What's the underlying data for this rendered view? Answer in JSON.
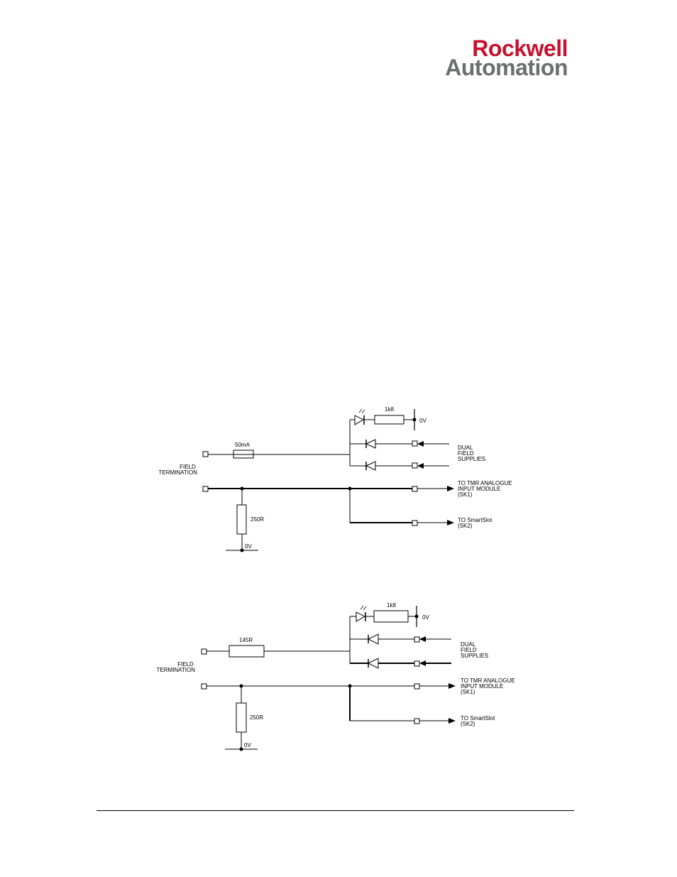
{
  "header": {
    "brand_line1": "Rockwell",
    "brand_line2": "Automation",
    "brand_color_primary": "#c8102e",
    "brand_color_secondary": "#6d6e71"
  },
  "diagrams": [
    {
      "fuse_label": "50mA",
      "led_resistor_label": "1k8",
      "ground_label_top": "0V",
      "dual_supplies_lines": [
        "DUAL",
        "FIELD",
        "SUPPLIES"
      ],
      "field_termination_lines": [
        "FIELD",
        "TERMINATION"
      ],
      "tmr_output_lines": [
        "TO TMR ANALOGUE",
        "INPUT MODULE",
        "(SK1)"
      ],
      "smartslot_output_lines": [
        "TO SmartSlot",
        "(SK2)"
      ],
      "shunt_resistor_label": "250R",
      "ground_label_bottom": "0V"
    },
    {
      "series_resistor_label": "145R",
      "led_resistor_label": "1k8",
      "ground_label_top": "0V",
      "dual_supplies_lines": [
        "DUAL",
        "FIELD",
        "SUPPLIES"
      ],
      "field_termination_lines": [
        "FIELD",
        "TERMINATION"
      ],
      "tmr_output_lines": [
        "TO TMR ANALOGUE",
        "INPUT MODULE",
        "(SK1)"
      ],
      "smartslot_output_lines": [
        "TO SmartSlot",
        "(SK2)"
      ],
      "shunt_resistor_label": "250R",
      "ground_label_bottom": "0V"
    }
  ]
}
